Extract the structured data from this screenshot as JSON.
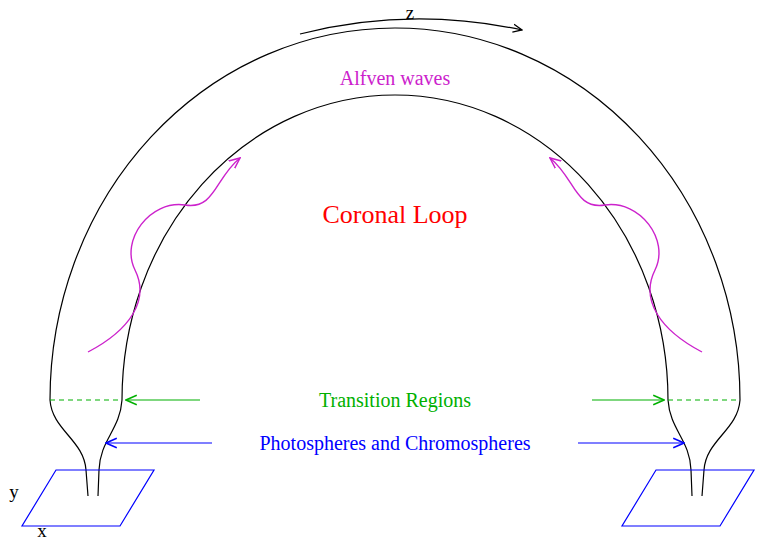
{
  "diagram": {
    "labels": [
      "z",
      "Alfven waves",
      "Coronal Loop",
      "Transition Regions",
      "Photospheres and Chromospheres",
      "y",
      "x"
    ]
  }
}
